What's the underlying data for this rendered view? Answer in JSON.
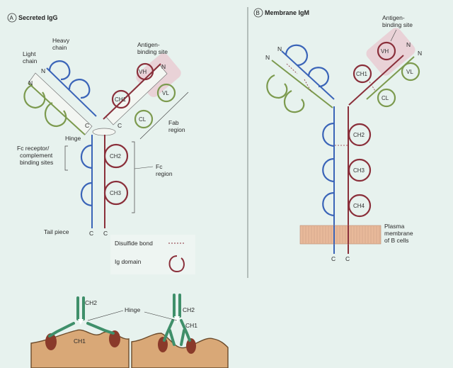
{
  "colors": {
    "background": "#e7f2ee",
    "heavy_chain": "#3a64b8",
    "light_chain": "#7c9a4e",
    "constant_domain": "#8a2f3a",
    "membrane": "#e8b99a",
    "antigen_site_highlight": "#e9cdd2"
  },
  "panel_a": {
    "letter": "A",
    "title": "Secreted IgG",
    "labels": {
      "heavy_chain": [
        "Heavy",
        "chain"
      ],
      "light_chain": [
        "Light",
        "chain"
      ],
      "antigen_site": [
        "Antigen-",
        "binding site"
      ],
      "hinge": "Hinge",
      "fab_region": [
        "Fab",
        "region"
      ],
      "fc_receptor": [
        "Fc receptor/",
        "complement",
        "binding sites"
      ],
      "fc_region": [
        "Fc",
        "region"
      ],
      "tail_piece": "Tail piece",
      "n": "N",
      "c": "C"
    },
    "domains": {
      "vh": "VH",
      "vl": "VL",
      "ch1": "CH1",
      "cl": "CL",
      "ch2": "CH2",
      "ch3": "CH3"
    }
  },
  "legend": {
    "disulfide": "Disulfide bond",
    "ig_domain": "Ig domain"
  },
  "panel_b": {
    "letter": "B",
    "title": "Membrane IgM",
    "labels": {
      "antigen_site": [
        "Antigen-",
        "binding site"
      ],
      "plasma_membrane": [
        "Plasma",
        "membrane",
        "of B cells"
      ],
      "n": "N",
      "c": "C"
    },
    "domains": {
      "vh": "VH",
      "vl": "VL",
      "ch1": "CH1",
      "cl": "CL",
      "ch2": "CH2",
      "ch3": "CH3",
      "ch4": "CH4"
    }
  },
  "bottom": {
    "hinge": "Hinge",
    "ch2": "CH2",
    "ch1": "CH1"
  }
}
